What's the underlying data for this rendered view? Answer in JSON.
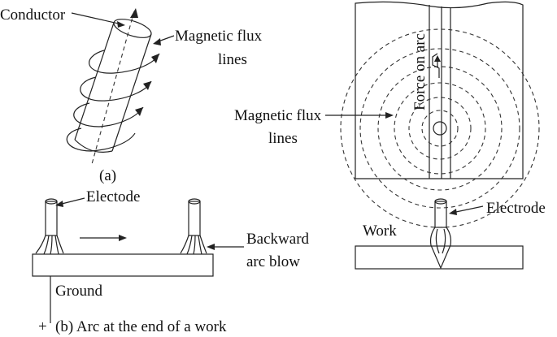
{
  "labels": {
    "conductor": "Conductor",
    "magnetic_flux_lines_a_1": "Magnetic flux",
    "magnetic_flux_lines_a_2": "lines",
    "panel_a_caption": "(a)",
    "electode": "Electode",
    "backward_1": "Backward",
    "backward_2": "arc blow",
    "ground": "Ground",
    "panel_b_marker": "+",
    "panel_b_caption": "(b) Arc at the end of a work",
    "magnetic_flux_lines_c_1": "Magnetic flux",
    "magnetic_flux_lines_c_2": "lines",
    "force_on_arc": "Force on arc",
    "work": "Work",
    "electrode": "Electrode"
  },
  "icons": {
    "right-arrow": "right-arrow-icon",
    "left-arrow": "left-arrow-icon",
    "up-arrow": "up-arrow-icon"
  },
  "colors": {
    "ink": "#222222",
    "background": "#ffffff"
  }
}
